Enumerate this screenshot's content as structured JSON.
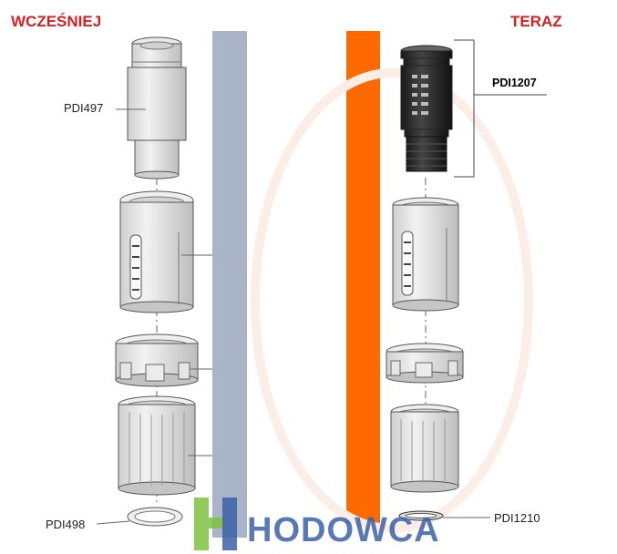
{
  "headings": {
    "before": "WCZEŚNIEJ",
    "now": "TERAZ"
  },
  "part_labels": {
    "left_top": "PDI497",
    "left_bottom": "PDI498",
    "right_top": "PDI1207",
    "right_bottom": "PDI1210"
  },
  "watermark": {
    "text": "HODOWCA"
  },
  "colors": {
    "heading_red": "#d42020",
    "left_bar": "#a9b4c8",
    "right_bar": "#ff6a00",
    "watermark_blue": "#3b62a6",
    "watermark_green": "#7dc242"
  }
}
